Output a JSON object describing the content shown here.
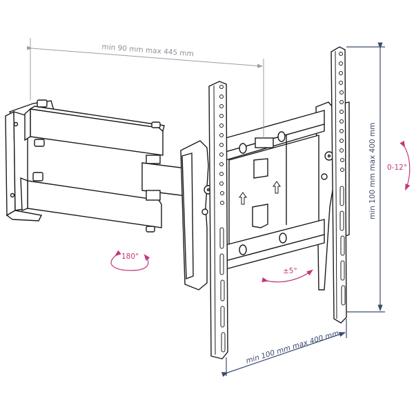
{
  "diagram": {
    "subject": "Full-motion TV wall mount bracket (articulating double arm)",
    "colors": {
      "line_art": "#1a1a1a",
      "extension_dimension": "#9a9ca3",
      "vesa_dimension": "#3a4a6e",
      "rotation_annotation": "#c2377a",
      "background": "#ffffff"
    },
    "dimensions": {
      "arm_extension": "min 90 mm max 445 mm",
      "vesa_vertical": "min 100 mm max 400 mm",
      "vesa_horizontal": "min 100 mm max 400 mm"
    },
    "rotations": {
      "swivel": "180°",
      "level_adjust": "±5°",
      "tilt": "0-12°"
    }
  }
}
